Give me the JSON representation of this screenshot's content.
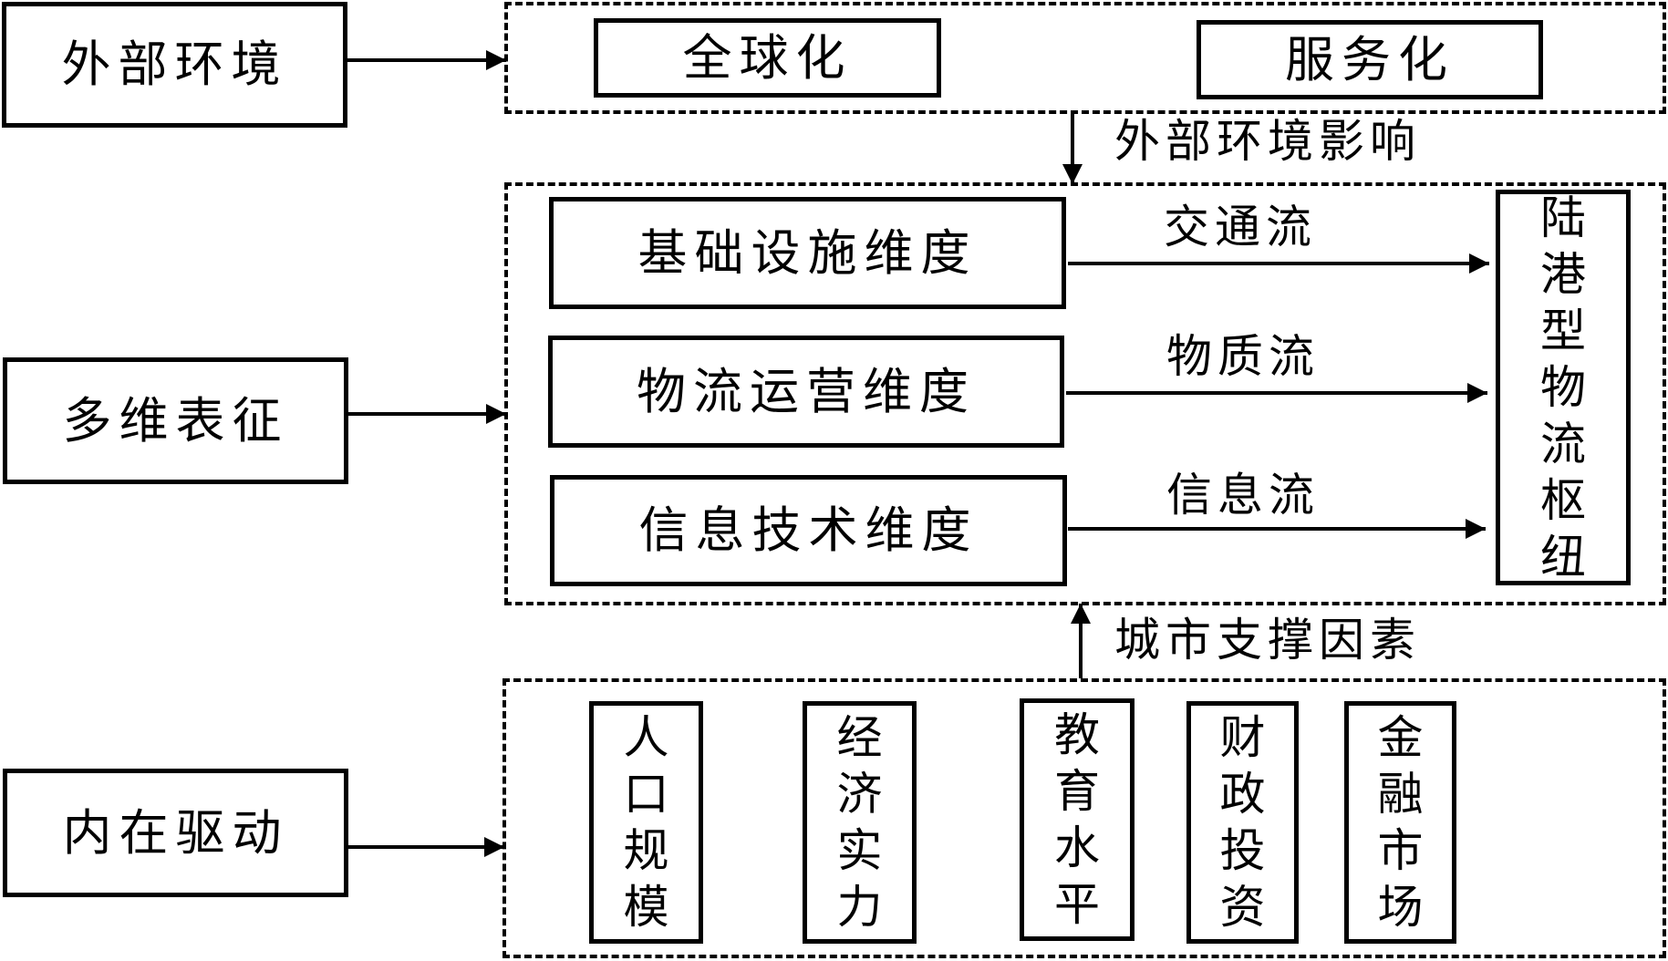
{
  "left_column": {
    "external": "外部环境",
    "representation": "多维表征",
    "internal": "内在驱动"
  },
  "external_env": {
    "items": [
      "全球化",
      "服务化"
    ],
    "influence_label": "外部环境影响"
  },
  "dimensions": {
    "items": [
      "基础设施维度",
      "物流运营维度",
      "信息技术维度"
    ],
    "flows": [
      "交通流",
      "物质流",
      "信息流"
    ],
    "hub": "陆港型物流枢纽"
  },
  "internal_drivers": {
    "support_label": "城市支撑因素",
    "factors": [
      "人口规模",
      "经济实力",
      "教育水平",
      "财政投资",
      "金融市场"
    ]
  }
}
